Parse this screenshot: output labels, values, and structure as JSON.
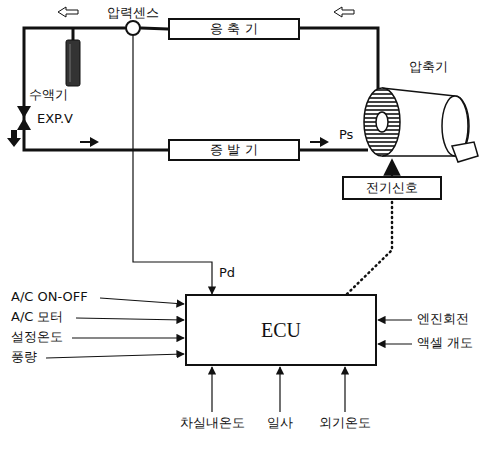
{
  "diagram": {
    "nodes": [
      {
        "text": [
          "압력센스"
        ]
      },
      {
        "text": [
          "응 축 기"
        ]
      },
      {
        "text": [
          "증 발 기"
        ]
      },
      {
        "text": [
          "전기신호"
        ]
      },
      {
        "text": [
          "ECU"
        ]
      }
    ],
    "edges": [
      {
        "from": 1,
        "to": 0,
        "arrow": "none"
      },
      {
        "from": 0,
        "to": 2,
        "arrow": "none"
      },
      {
        "from": 0,
        "to": 4,
        "arrow": "to",
        "label": "Pd"
      },
      {
        "from": 4,
        "to": 3,
        "arrow": "none"
      }
    ],
    "labels": [
      "압축기",
      "수액기",
      "EXP.V",
      "Ps",
      "A/C ON-OFF",
      "A/C 모터",
      "설정온도",
      "풍량",
      "엔진회전",
      "액셀 개도",
      "차실내온도",
      "일사",
      "외기온도"
    ]
  }
}
